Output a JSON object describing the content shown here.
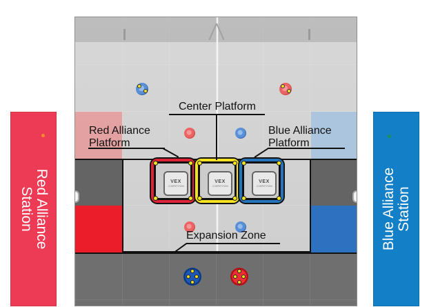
{
  "stations": {
    "red_label": "Red Alliance\nStation",
    "blue_label": "Blue Alliance\nStation"
  },
  "callouts": {
    "center_platform": "Center Platform",
    "red_platform": "Red Alliance\nPlatform",
    "blue_platform": "Blue Alliance\nPlatform",
    "expansion_zone": "Expansion Zone"
  },
  "platform_branding": {
    "logo": "VEX",
    "subtext": "COMPETITION"
  },
  "colors": {
    "red": "#ee3b55",
    "blue": "#127fc7",
    "yellow": "#f5e322",
    "field_gray": "#d6d6d6",
    "dark_gray": "#646464"
  },
  "icons": {
    "platforms": "vex-platform-icon",
    "goals": "mobile-goal-icon",
    "rings": "ring-icon"
  }
}
